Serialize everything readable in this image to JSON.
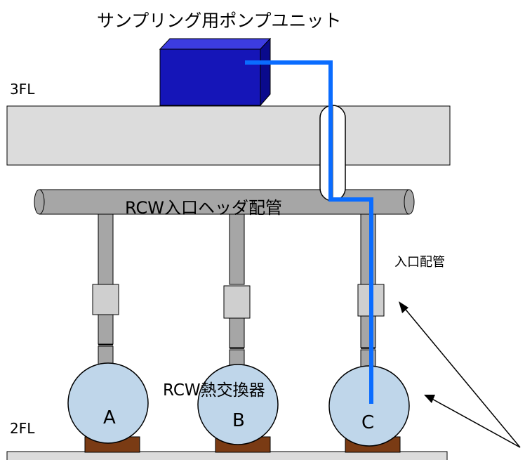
{
  "diagram": {
    "title": "サンプリング用ポンプユニット",
    "floor_upper": "3FL",
    "floor_lower": "2FL",
    "header_pipe_label": "RCW入口ヘッダ配管",
    "inlet_pipe_label": "入口配管",
    "exchanger_label": "RCW熱交換器",
    "units": [
      {
        "id": "A",
        "label": "A"
      },
      {
        "id": "B",
        "label": "B"
      },
      {
        "id": "C",
        "label": "C"
      }
    ]
  },
  "colors": {
    "pump_front": "#1515b8",
    "pump_top": "#3c3ce0",
    "pump_side": "#0a0a8c",
    "slab": "#dcdcdc",
    "pipe": "#a6a6a6",
    "coupling": "#cfcfcf",
    "exchanger": "#bfd6ea",
    "base": "#7a3b14",
    "sample_line": "#0a6cff"
  }
}
